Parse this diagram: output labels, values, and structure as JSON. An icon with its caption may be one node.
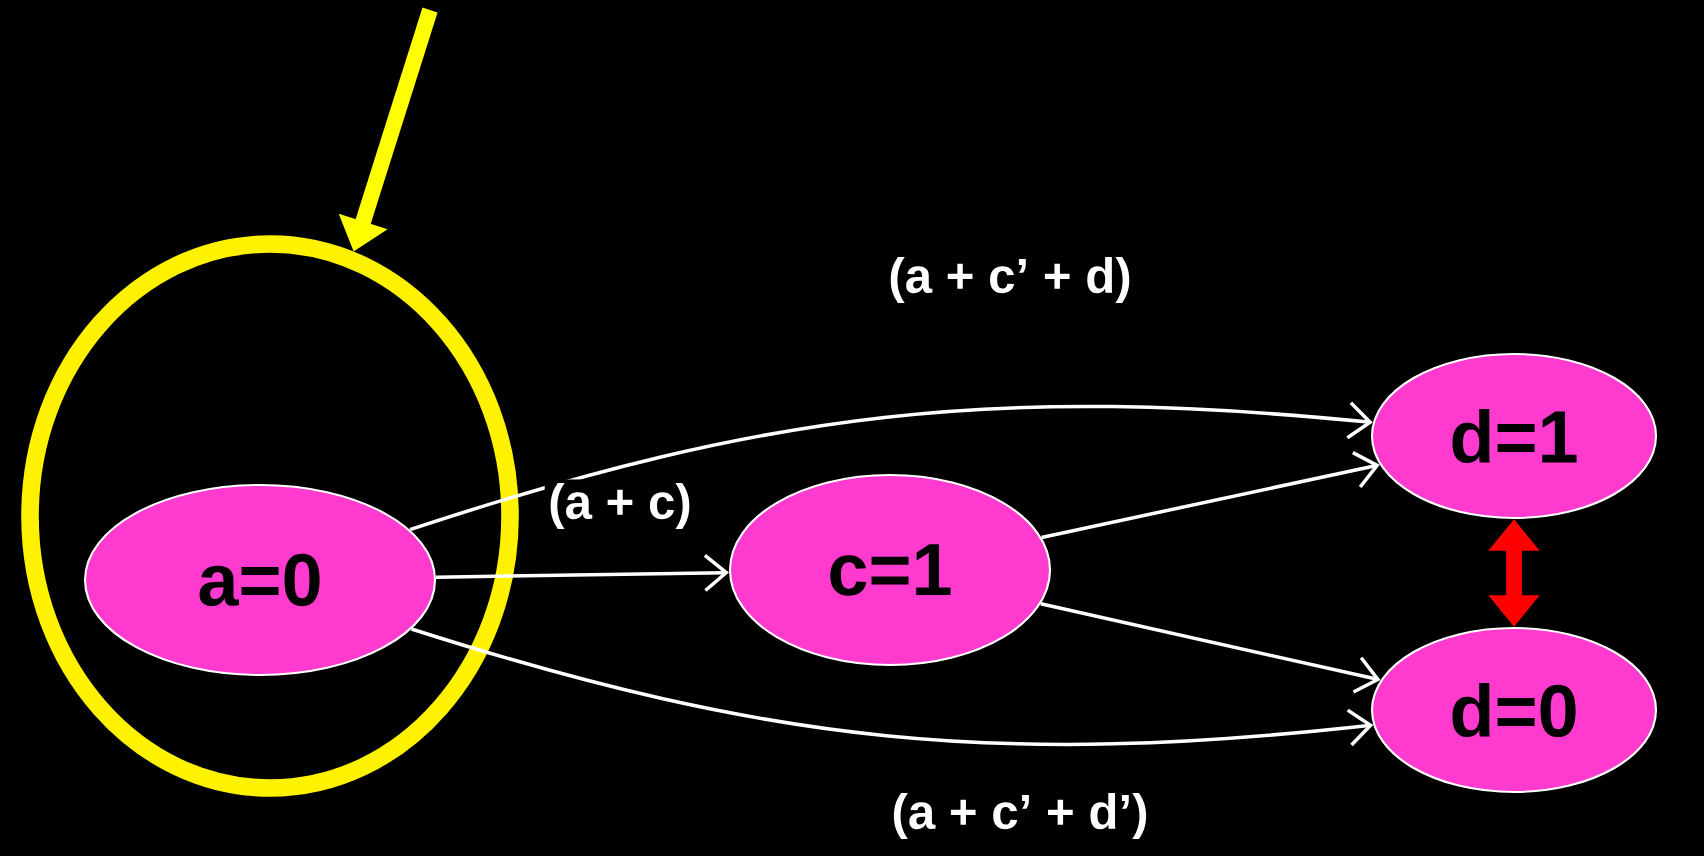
{
  "diagram": {
    "nodes": [
      {
        "text": [],
        "shape": "circle"
      },
      {
        "text": [
          "a=0"
        ],
        "in": 0
      },
      {
        "text": [
          "c=1"
        ]
      },
      {
        "text": [
          "d=1"
        ]
      },
      {
        "text": [
          "d=0"
        ]
      }
    ],
    "edges": [
      {
        "from": null,
        "to": 0,
        "arrow": "to",
        "style": "thick",
        "color": "#ffff00"
      },
      {
        "from": 1,
        "to": 3,
        "arrow": "to",
        "label": "(a + c’ + d)"
      },
      {
        "from": 1,
        "to": 2,
        "arrow": "to",
        "label": "(a + c)"
      },
      {
        "from": 1,
        "to": 4,
        "arrow": "to",
        "label": "(a + c’ + d’)"
      },
      {
        "from": 2,
        "to": 3,
        "arrow": "to"
      },
      {
        "from": 2,
        "to": 4,
        "arrow": "to"
      },
      {
        "from": 3,
        "to": 4,
        "arrow": "both",
        "style": "thick",
        "color": "#ff0000"
      }
    ]
  }
}
